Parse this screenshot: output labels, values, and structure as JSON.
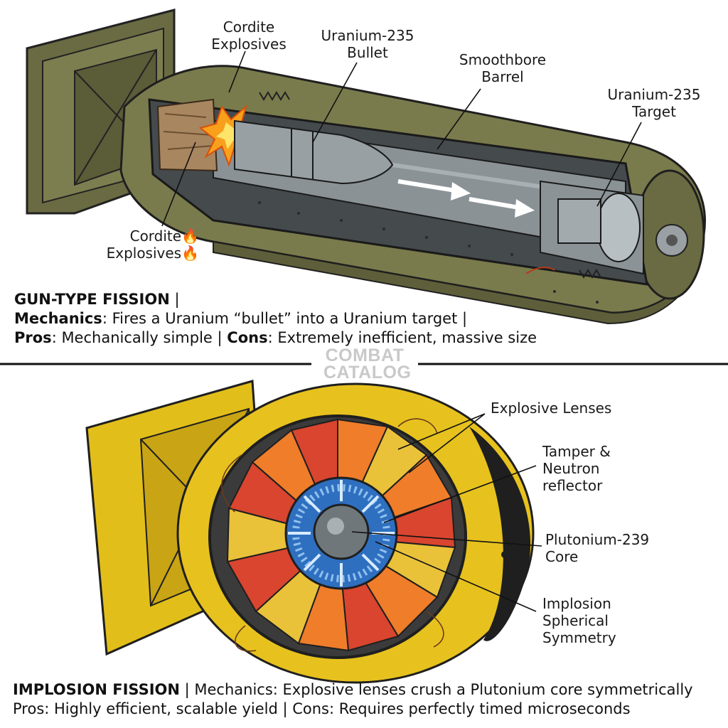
{
  "gun": {
    "labels": {
      "cordite_top": [
        "Cordite",
        "Explosives"
      ],
      "bullet": [
        "Uranium-235",
        "Bullet"
      ],
      "barrel": [
        "Smoothbore",
        "Barrel"
      ],
      "target": [
        "Uranium-235",
        "Target"
      ],
      "cordite_bottom": [
        "Cordite",
        "Explosives"
      ]
    },
    "caption": {
      "title": "GUN-TYPE FISSION",
      "sep": " |",
      "mech_key": "Mechanics",
      "mech_val": ": Fires a Uranium “bullet” into a Uranium target |",
      "pros_key": "Pros",
      "pros_val": ": Mechanically simple | ",
      "cons_key": "Cons",
      "cons_val": ": Extremely inefficient, massive size"
    }
  },
  "watermark": [
    "COMBAT",
    "CATALOG"
  ],
  "implosion": {
    "labels": {
      "lenses": "Explosive Lenses",
      "tamper": [
        "Tamper &",
        "Neutron",
        "reflector"
      ],
      "core": [
        "Plutonium-239",
        "Core"
      ],
      "symmetry": [
        "Implosion",
        "Spherical",
        "Symmetry"
      ]
    },
    "caption": {
      "title": "IMPLOSION FISSION",
      "line1_rest": " | Mechanics: Explosive lenses crush a Plutonium core symmetrically",
      "line2": "Pros: Highly efficient, scalable yield  | Cons: Requires perfectly timed microseconds"
    }
  },
  "colors": {
    "olive": "#6f7046",
    "yellow": "#e7c21e",
    "steel": "#8f979b",
    "lens_orange": "#ef7d2a",
    "lens_red": "#d9452e",
    "tamper_blue": "#2f6fc0"
  }
}
